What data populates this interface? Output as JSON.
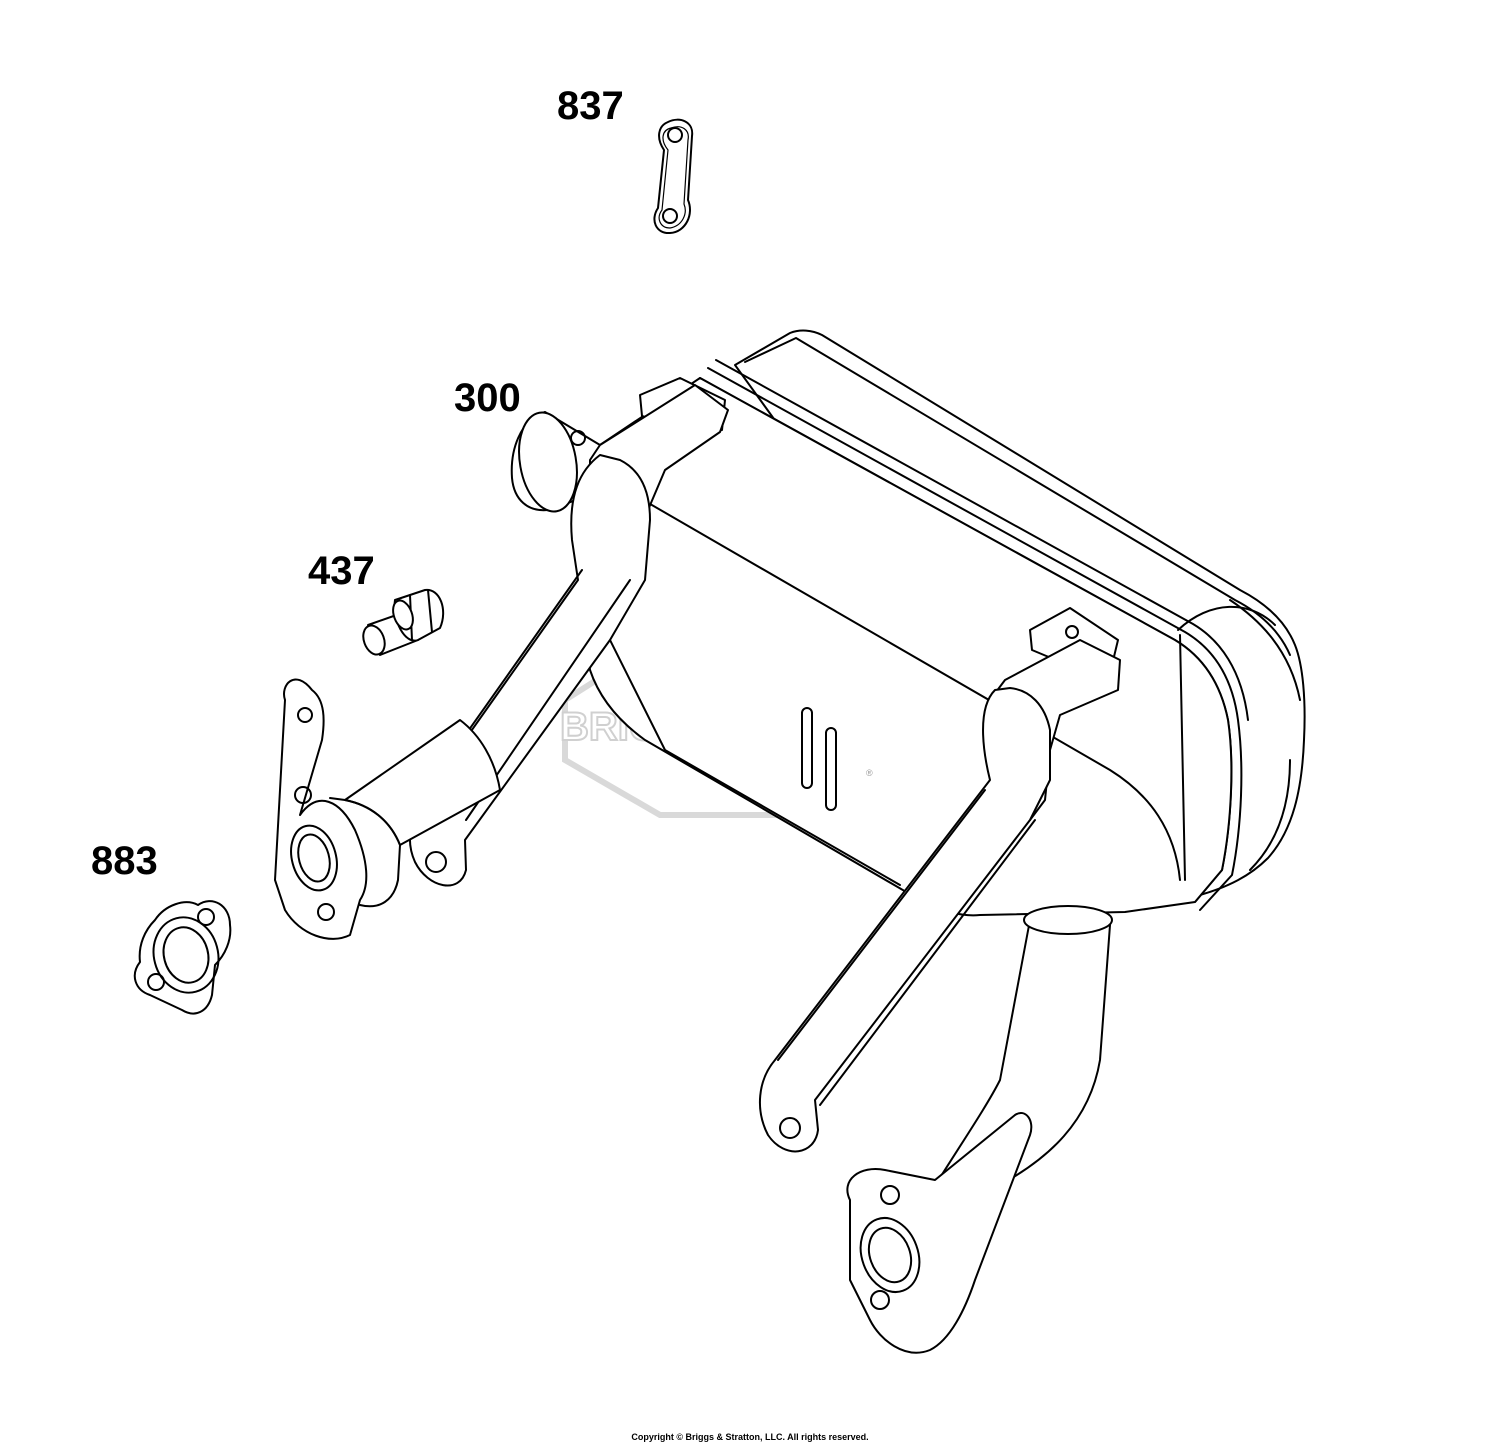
{
  "callouts": [
    {
      "id": "837"
    },
    {
      "id": "300"
    },
    {
      "id": "437"
    },
    {
      "id": "883"
    }
  ],
  "watermark": {
    "text": "BRIGGS&STRATTON"
  },
  "footer": {
    "copyright": "Copyright © Briggs & Stratton, LLC. All rights reserved."
  }
}
